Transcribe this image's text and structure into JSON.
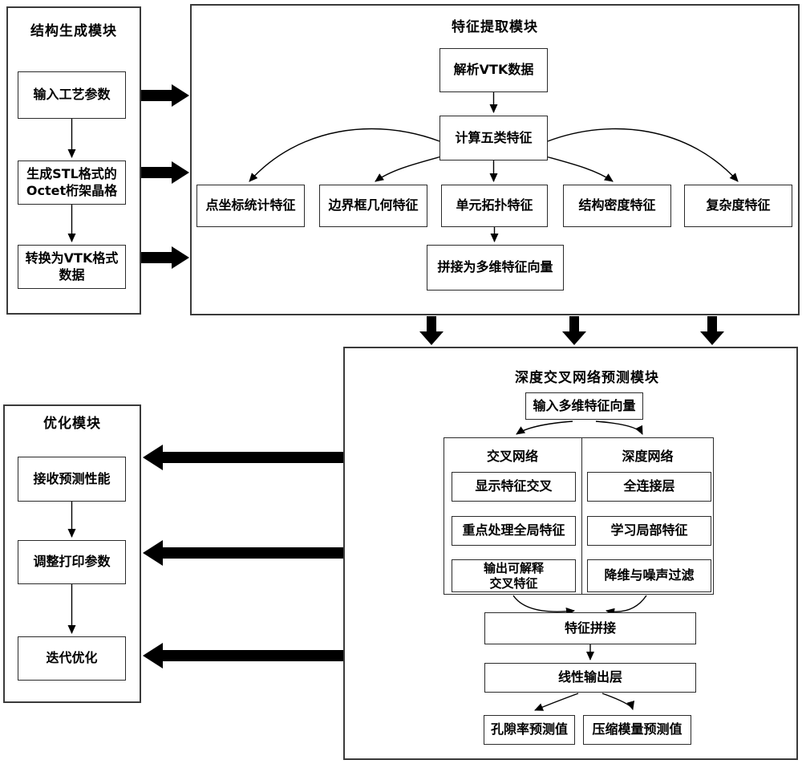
{
  "diagram": {
    "structure_generation": {
      "title": "结构生成模块",
      "steps": {
        "s1": "输入工艺参数",
        "s2": "生成STL格式的\nOctet桁架晶格",
        "s3": "转换为VTK格式\n数据"
      }
    },
    "feature_extraction": {
      "title": "特征提取模块",
      "parse_vtk": "解析VTK数据",
      "compute_features": "计算五类特征",
      "features": {
        "f1": "点坐标统计特征",
        "f2": "边界框几何特征",
        "f3": "单元拓扑特征",
        "f4": "结构密度特征",
        "f5": "复杂度特征"
      },
      "concat": "拼接为多维特征向量"
    },
    "optimization": {
      "title": "优化模块",
      "steps": {
        "s1": "接收预测性能",
        "s2": "调整打印参数",
        "s3": "迭代优化"
      }
    },
    "prediction": {
      "title": "深度交叉网络预测模块",
      "input_vector": "输入多维特征向量",
      "cross_network": {
        "title": "交叉网络",
        "steps": {
          "s1": "显示特征交叉",
          "s2": "重点处理全局特征",
          "s3": "输出可解释\n交叉特征"
        }
      },
      "deep_network": {
        "title": "深度网络",
        "steps": {
          "s1": "全连接层",
          "s2": "学习局部特征",
          "s3": "降维与噪声过滤"
        }
      },
      "feature_concat": "特征拼接",
      "linear_output": "线性输出层",
      "outputs": {
        "o1": "孔隙率预测值",
        "o2": "压缩模量预测值"
      }
    },
    "colors": {
      "line": "#000000",
      "border": "#3a3a3a",
      "background": "#ffffff"
    }
  }
}
